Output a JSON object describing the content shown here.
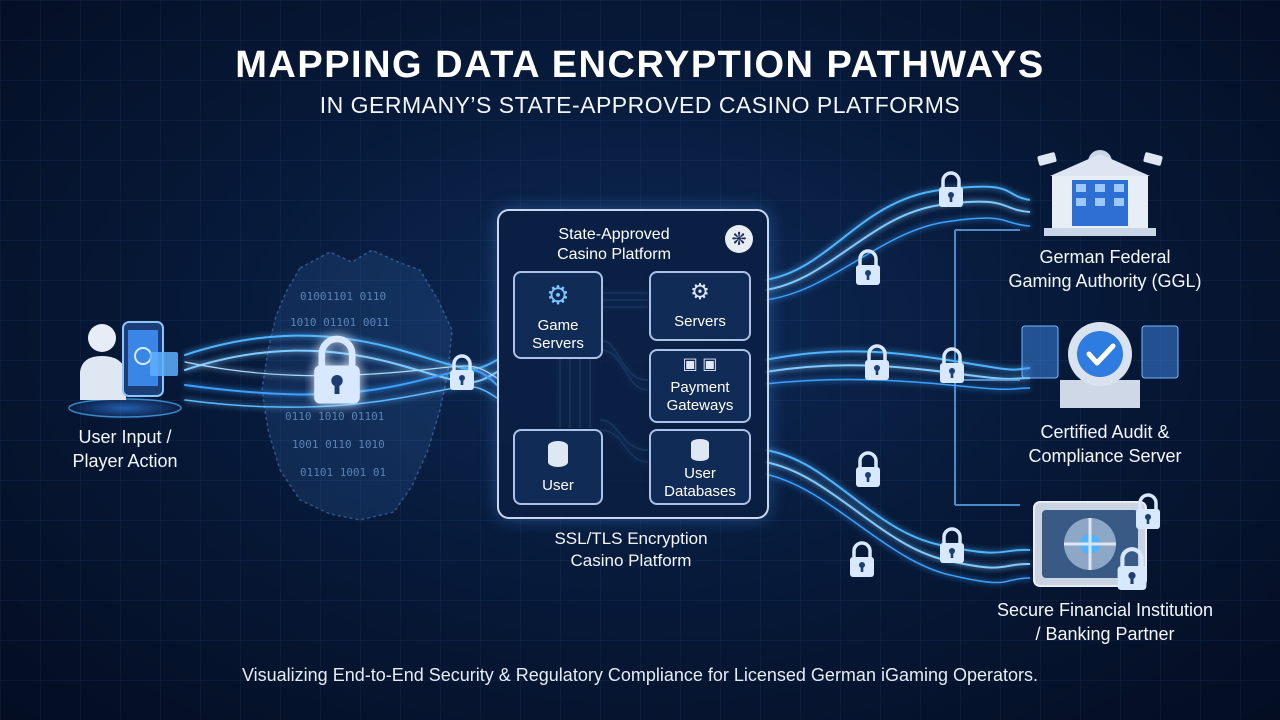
{
  "header": {
    "title": "MAPPING DATA ENCRYPTION PATHWAYS",
    "subtitle": "IN GERMANY’S STATE-APPROVED CASINO PLATFORMS"
  },
  "user": {
    "label_line1": "User Input /",
    "label_line2": "Player Action",
    "icon": "user-smartphone-icon"
  },
  "map": {
    "binary_rows": [
      "01001101 0110",
      "1010 01101 0011",
      "0110 1010 01101",
      "1001 0110 1010",
      "01101 1001 01"
    ]
  },
  "platform": {
    "title_line1": "State-Approved",
    "title_line2": "Casino Platform",
    "modules": {
      "game_servers_line1": "Game",
      "game_servers_line2": "Servers",
      "servers": "Servers",
      "payment_line1": "Payment",
      "payment_line2": "Gateways",
      "user": "User",
      "user_db_line1": "User",
      "user_db_line2": "Databases"
    },
    "caption_line1": "SSL/TLS Encryption",
    "caption_line2": "Casino Platform"
  },
  "destinations": {
    "authority_line1": "German Federal",
    "authority_line2": "Gaming Authority (GGL)",
    "audit_line1": "Certified Audit &",
    "audit_line2": "Compliance Server",
    "bank_line1": "Secure Financial Institution",
    "bank_line2": "/ Banking Partner"
  },
  "footer": {
    "text": "Visualizing End-to-End Security & Regulatory Compliance for Licensed German iGaming Operators."
  },
  "colors": {
    "background": "#071a3a",
    "glow": "#4fb4ff",
    "panel_border": "#c9d7ee",
    "lock": "#cfe3ff"
  }
}
